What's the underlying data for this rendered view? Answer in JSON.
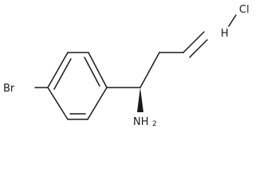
{
  "molecule": {
    "atoms": {
      "br": "Br",
      "n": "NH",
      "n_sub": "2",
      "cl": "Cl",
      "h": "H"
    }
  }
}
